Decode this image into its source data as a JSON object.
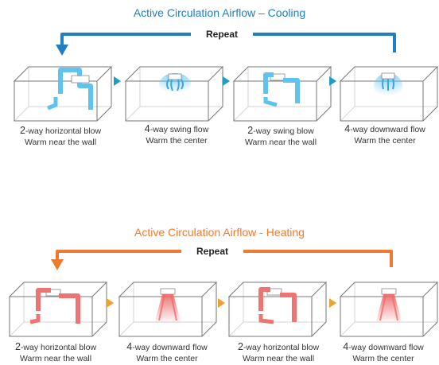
{
  "colors": {
    "cooling": "#1f7fc4",
    "cooling_flow": "#5ec3ee",
    "heating": "#f07a30",
    "heating_flow": "#ee7474"
  },
  "cooling": {
    "title": "Active Circulation Airflow – Cooling",
    "repeat": "Repeat",
    "steps": [
      {
        "num": "2",
        "mode": "-way horizontal blow",
        "effect": "Warm near the wall"
      },
      {
        "num": "4",
        "mode": "-way swing flow",
        "effect": "Warm the center"
      },
      {
        "num": "2",
        "mode": "-way swing blow",
        "effect": "Warm near the wall"
      },
      {
        "num": "4",
        "mode": "-way downward flow",
        "effect": "Warm the center"
      }
    ]
  },
  "heating": {
    "title": "Active Circulation Airflow - Heating",
    "repeat": "Repeat",
    "steps": [
      {
        "num": "2",
        "mode": "-way horizontal blow",
        "effect": "Warm near the wall"
      },
      {
        "num": "4",
        "mode": "-way downward flow",
        "effect": "Warm the center"
      },
      {
        "num": "2",
        "mode": "-way horizontal blow",
        "effect": "Warm near the wall"
      },
      {
        "num": "4",
        "mode": "-way downward flow",
        "effect": "Warm the center"
      }
    ]
  }
}
